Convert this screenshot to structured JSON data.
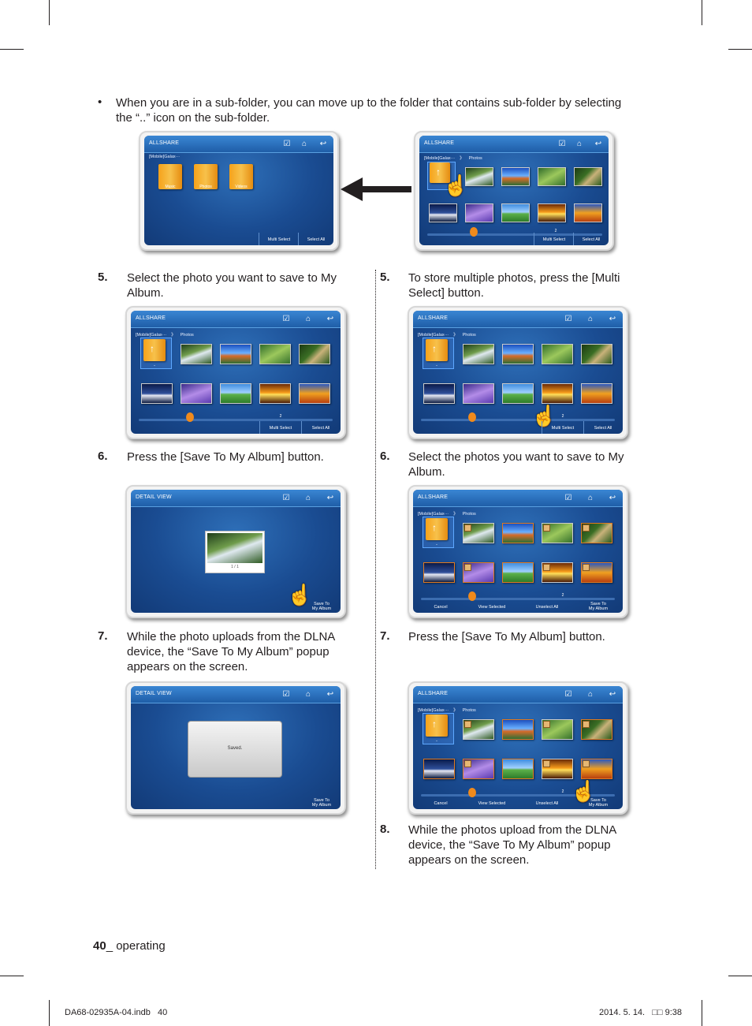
{
  "intro": {
    "bullet": "•",
    "text": "When you are in a sub-folder, you can move up to the folder that contains sub-folder by selecting the “..” icon on the sub-folder."
  },
  "screen_labels": {
    "allshare": "ALLSHARE",
    "detail_view": "DETAIL VIEW",
    "breadcrumb_root": "[Mobile]Galax···",
    "breadcrumb_sep": "》",
    "breadcrumb_photos": "Photos",
    "folder_music": "Music",
    "folder_photos": "Photos",
    "folder_videos": "Videos",
    "up_folder": "..",
    "page_indicator": "2",
    "multi_select": "Multi Select",
    "select_all": "Select All",
    "cancel": "Cancel",
    "view_selected": "View Selected",
    "unselect_all": "Unselect All",
    "save_to": "Save To",
    "my_album": "My Album",
    "detail_counter": "1 / 1",
    "saved": "Saved."
  },
  "left_steps": [
    {
      "number": "5.",
      "text": "Select the photo you want to save to My Album."
    },
    {
      "number": "6.",
      "text": "Press the [Save To My Album] button."
    },
    {
      "number": "7.",
      "text": "While the photo uploads from the DLNA device, the “Save To My Album” popup appears on the screen."
    }
  ],
  "right_steps": [
    {
      "number": "5.",
      "text": "To store multiple photos, press the [Multi Select] button."
    },
    {
      "number": "6.",
      "text": "Select the photos you want to save to My Album."
    },
    {
      "number": "7.",
      "text": "Press the [Save To My Album] button."
    },
    {
      "number": "8.",
      "text": "While the photos upload from the DLNA device, the “Save To My Album” popup appears on the screen."
    }
  ],
  "footer": {
    "page_number": "40",
    "page_section": "_ operating",
    "file_name": "DA68-02935A-04.indb   40",
    "date_time": "2014. 5. 14.   □□ 9:38"
  },
  "colors": {
    "screen_bg": "#1a4c92",
    "title_bar": "#2f74c2",
    "folder": "#f6a21a",
    "text": "#231f20"
  }
}
